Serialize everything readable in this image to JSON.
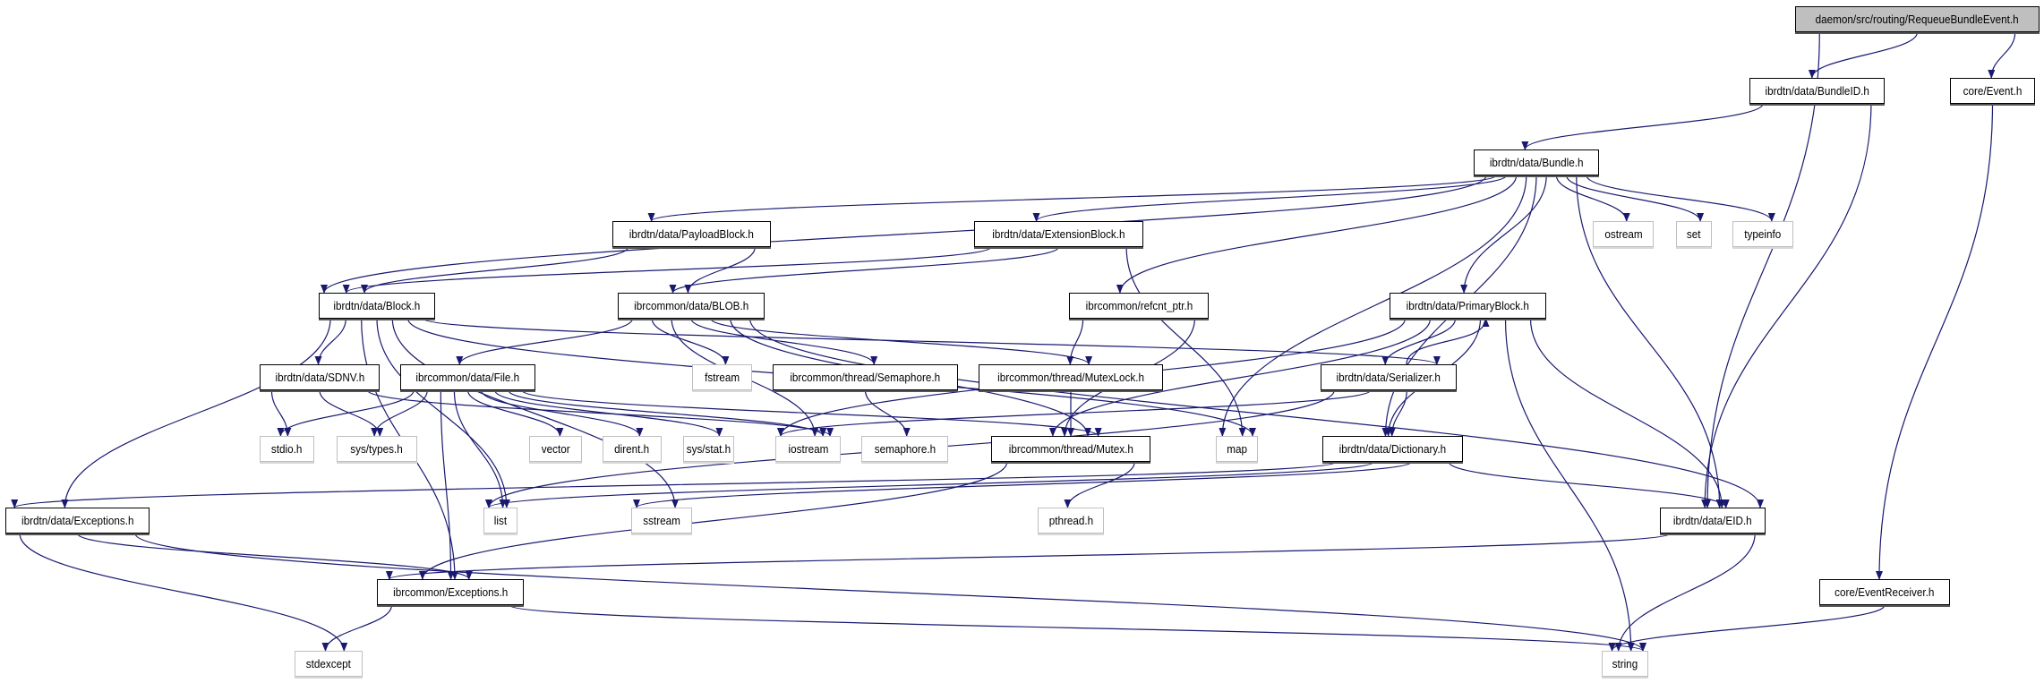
{
  "diagram": {
    "edge_color": "#191970",
    "root_fill": "#bfbfbf",
    "system_border": "#bfbfbf",
    "nodes": [
      {
        "id": "requeue",
        "label": "daemon/src/routing/RequeueBundleEvent.h",
        "kind": "root"
      },
      {
        "id": "bundleid",
        "label": "ibrdtn/data/BundleID.h",
        "kind": "file"
      },
      {
        "id": "event",
        "label": "core/Event.h",
        "kind": "file"
      },
      {
        "id": "bundle",
        "label": "ibrdtn/data/Bundle.h",
        "kind": "file"
      },
      {
        "id": "payload",
        "label": "ibrdtn/data/PayloadBlock.h",
        "kind": "file"
      },
      {
        "id": "extension",
        "label": "ibrdtn/data/ExtensionBlock.h",
        "kind": "file"
      },
      {
        "id": "ostream",
        "label": "ostream",
        "kind": "system"
      },
      {
        "id": "set",
        "label": "set",
        "kind": "system"
      },
      {
        "id": "typeinfo",
        "label": "typeinfo",
        "kind": "system"
      },
      {
        "id": "block",
        "label": "ibrdtn/data/Block.h",
        "kind": "file"
      },
      {
        "id": "blob",
        "label": "ibrcommon/data/BLOB.h",
        "kind": "file"
      },
      {
        "id": "refcnt",
        "label": "ibrcommon/refcnt_ptr.h",
        "kind": "file"
      },
      {
        "id": "primary",
        "label": "ibrdtn/data/PrimaryBlock.h",
        "kind": "file"
      },
      {
        "id": "sdnv",
        "label": "ibrdtn/data/SDNV.h",
        "kind": "file"
      },
      {
        "id": "file",
        "label": "ibrcommon/data/File.h",
        "kind": "file"
      },
      {
        "id": "fstream",
        "label": "fstream",
        "kind": "system"
      },
      {
        "id": "semaphore",
        "label": "ibrcommon/thread/Semaphore.h",
        "kind": "file"
      },
      {
        "id": "mutexlock",
        "label": "ibrcommon/thread/MutexLock.h",
        "kind": "file"
      },
      {
        "id": "serializer",
        "label": "ibrdtn/data/Serializer.h",
        "kind": "file"
      },
      {
        "id": "stdio",
        "label": "stdio.h",
        "kind": "system"
      },
      {
        "id": "systypes",
        "label": "sys/types.h",
        "kind": "system"
      },
      {
        "id": "vector",
        "label": "vector",
        "kind": "system"
      },
      {
        "id": "dirent",
        "label": "dirent.h",
        "kind": "system"
      },
      {
        "id": "sysstat",
        "label": "sys/stat.h",
        "kind": "system"
      },
      {
        "id": "iostream",
        "label": "iostream",
        "kind": "system"
      },
      {
        "id": "semaphore_h",
        "label": "semaphore.h",
        "kind": "system"
      },
      {
        "id": "mutex",
        "label": "ibrcommon/thread/Mutex.h",
        "kind": "file"
      },
      {
        "id": "map",
        "label": "map",
        "kind": "system"
      },
      {
        "id": "dictionary",
        "label": "ibrdtn/data/Dictionary.h",
        "kind": "file"
      },
      {
        "id": "exc_data",
        "label": "ibrdtn/data/Exceptions.h",
        "kind": "file"
      },
      {
        "id": "list",
        "label": "list",
        "kind": "system"
      },
      {
        "id": "sstream",
        "label": "sstream",
        "kind": "system"
      },
      {
        "id": "pthread",
        "label": "pthread.h",
        "kind": "system"
      },
      {
        "id": "eid",
        "label": "ibrdtn/data/EID.h",
        "kind": "file"
      },
      {
        "id": "exc_common",
        "label": "ibrcommon/Exceptions.h",
        "kind": "file"
      },
      {
        "id": "eventreceiver",
        "label": "core/EventReceiver.h",
        "kind": "file"
      },
      {
        "id": "stdexcept",
        "label": "stdexcept",
        "kind": "system"
      },
      {
        "id": "string",
        "label": "string",
        "kind": "system"
      }
    ],
    "edges": [
      [
        "requeue",
        "bundleid"
      ],
      [
        "requeue",
        "event"
      ],
      [
        "requeue",
        "eid"
      ],
      [
        "bundleid",
        "bundle"
      ],
      [
        "bundleid",
        "eid"
      ],
      [
        "event",
        "eventreceiver"
      ],
      [
        "bundle",
        "block"
      ],
      [
        "bundle",
        "payload"
      ],
      [
        "bundle",
        "extension"
      ],
      [
        "bundle",
        "refcnt"
      ],
      [
        "bundle",
        "primary"
      ],
      [
        "bundle",
        "ostream"
      ],
      [
        "bundle",
        "set"
      ],
      [
        "bundle",
        "typeinfo"
      ],
      [
        "bundle",
        "eid"
      ],
      [
        "bundle",
        "dictionary"
      ],
      [
        "bundle",
        "map"
      ],
      [
        "payload",
        "block"
      ],
      [
        "payload",
        "blob"
      ],
      [
        "extension",
        "block"
      ],
      [
        "extension",
        "blob"
      ],
      [
        "extension",
        "map"
      ],
      [
        "block",
        "sdnv"
      ],
      [
        "block",
        "exc_data"
      ],
      [
        "block",
        "exc_common"
      ],
      [
        "block",
        "list"
      ],
      [
        "block",
        "sstream"
      ],
      [
        "block",
        "map"
      ],
      [
        "block",
        "serializer"
      ],
      [
        "blob",
        "file"
      ],
      [
        "blob",
        "fstream"
      ],
      [
        "blob",
        "semaphore"
      ],
      [
        "blob",
        "mutexlock"
      ],
      [
        "blob",
        "iostream"
      ],
      [
        "blob",
        "mutex"
      ],
      [
        "blob",
        "eid"
      ],
      [
        "refcnt",
        "mutexlock"
      ],
      [
        "refcnt",
        "mutex"
      ],
      [
        "primary",
        "serializer"
      ],
      [
        "primary",
        "dictionary"
      ],
      [
        "primary",
        "eid"
      ],
      [
        "primary",
        "string"
      ],
      [
        "primary",
        "iostream"
      ],
      [
        "primary",
        "mutex"
      ],
      [
        "serializer",
        "primary"
      ],
      [
        "serializer",
        "dictionary"
      ],
      [
        "serializer",
        "iostream"
      ],
      [
        "serializer",
        "list"
      ],
      [
        "sdnv",
        "stdio"
      ],
      [
        "sdnv",
        "systypes"
      ],
      [
        "sdnv",
        "iostream"
      ],
      [
        "file",
        "stdio"
      ],
      [
        "file",
        "systypes"
      ],
      [
        "file",
        "list"
      ],
      [
        "file",
        "exc_common"
      ],
      [
        "file",
        "vector"
      ],
      [
        "file",
        "dirent"
      ],
      [
        "file",
        "sysstat"
      ],
      [
        "file",
        "iostream"
      ],
      [
        "file",
        "mutex"
      ],
      [
        "semaphore",
        "semaphore_h"
      ],
      [
        "mutexlock",
        "mutex"
      ],
      [
        "mutex",
        "pthread"
      ],
      [
        "mutex",
        "exc_common"
      ],
      [
        "dictionary",
        "eid"
      ],
      [
        "dictionary",
        "list"
      ],
      [
        "dictionary",
        "sstream"
      ],
      [
        "dictionary",
        "exc_data"
      ],
      [
        "exc_data",
        "exc_common"
      ],
      [
        "exc_data",
        "stdexcept"
      ],
      [
        "exc_data",
        "string"
      ],
      [
        "exc_common",
        "stdexcept"
      ],
      [
        "exc_common",
        "string"
      ],
      [
        "eid",
        "exc_common"
      ],
      [
        "eid",
        "string"
      ],
      [
        "eventreceiver",
        "string"
      ]
    ]
  }
}
